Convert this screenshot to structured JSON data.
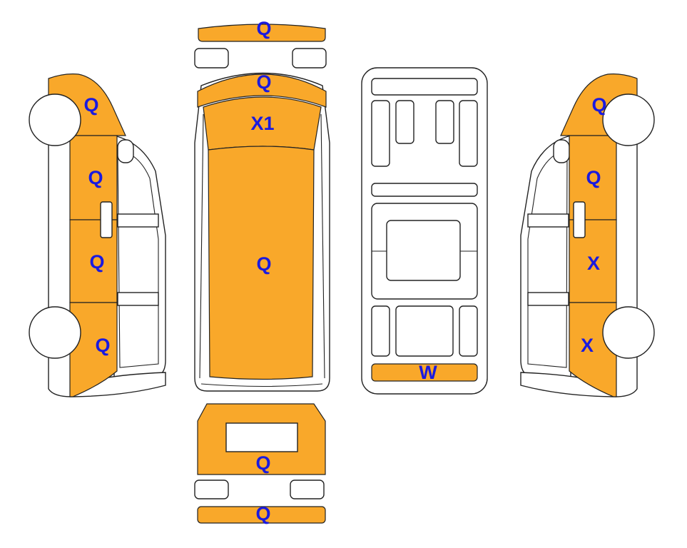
{
  "colors": {
    "panel": "#f9a82a",
    "code_text": "#1a1adf",
    "outline": "#222222",
    "background": "#ffffff"
  },
  "views": {
    "top": {
      "front_bumper": "Q",
      "hood": "Q",
      "windshield": "X1",
      "roof": "Q"
    },
    "rear": {
      "door": "Q",
      "bumper": "Q"
    },
    "underbody": {
      "rear_panel": "W"
    },
    "left_side": {
      "front_fender": "Q",
      "front_door": "Q",
      "rear_door": "Q",
      "rear_quarter": "Q"
    },
    "right_side": {
      "front_fender": "Q",
      "front_door": "Q",
      "rear_door": "X",
      "rear_quarter": "X"
    }
  }
}
